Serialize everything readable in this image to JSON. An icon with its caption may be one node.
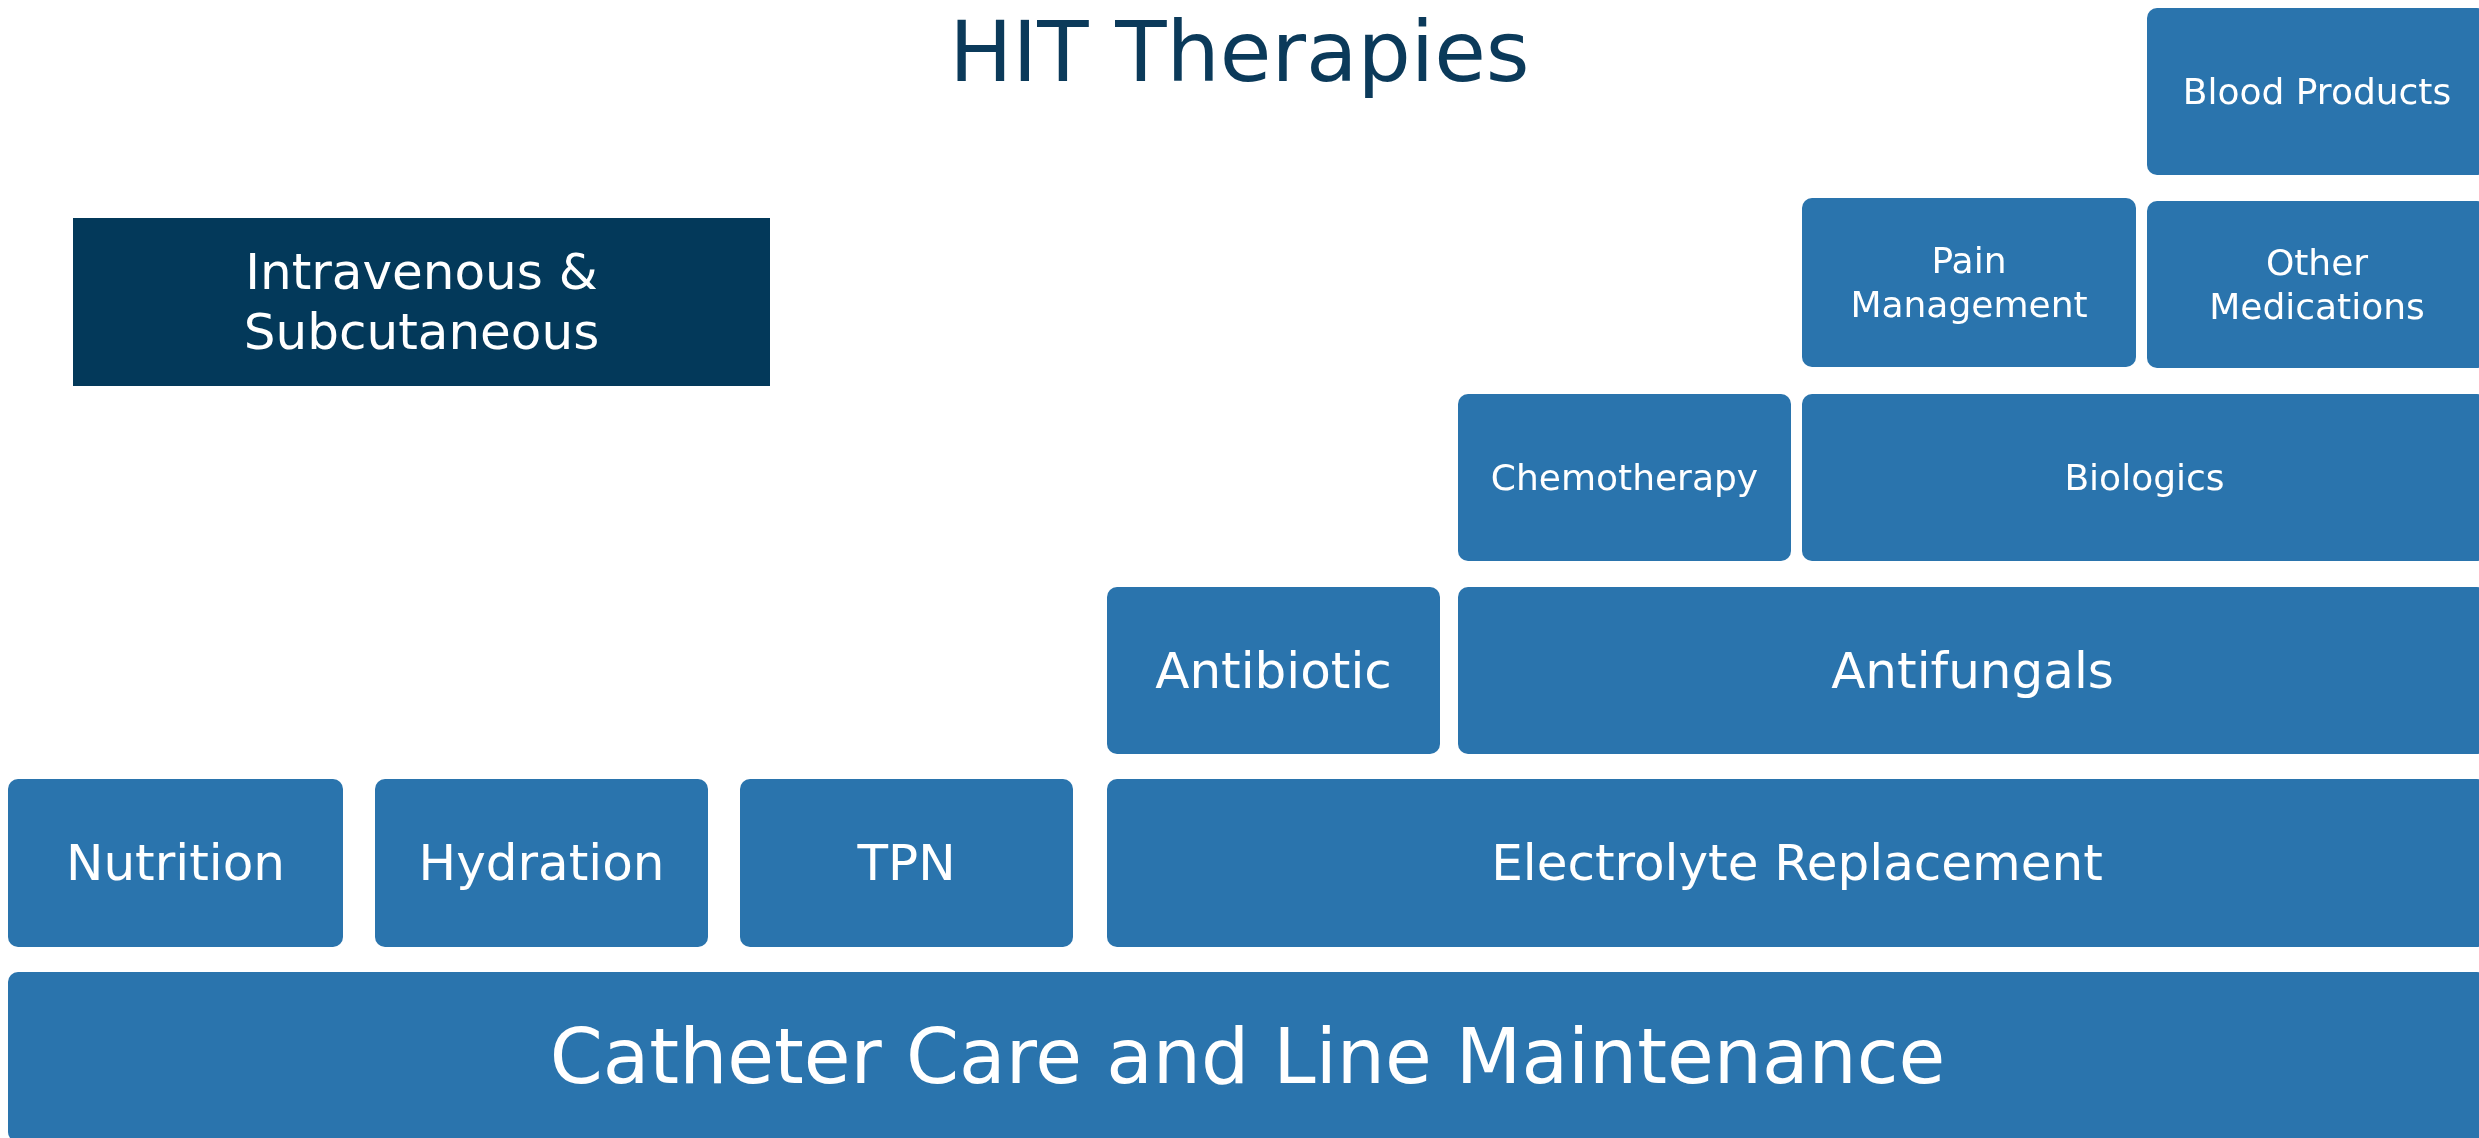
{
  "diagram": {
    "title": "HIT Therapies",
    "nodes": [
      {
        "text": [
          "Blood Products"
        ]
      },
      {
        "text": [
          "Intravenous & Subcutaneous"
        ]
      },
      {
        "text": [
          "Pain Management"
        ]
      },
      {
        "text": [
          "Other Medications"
        ]
      },
      {
        "text": [
          "Chemotherapy"
        ]
      },
      {
        "text": [
          "Biologics"
        ]
      },
      {
        "text": [
          "Antibiotic"
        ]
      },
      {
        "text": [
          "Antifungals"
        ]
      },
      {
        "text": [
          "Nutrition"
        ]
      },
      {
        "text": [
          "Hydration"
        ]
      },
      {
        "text": [
          "TPN"
        ]
      },
      {
        "text": [
          "Electrolyte Replacement"
        ]
      },
      {
        "text": [
          "Catheter Care and Line Maintenance"
        ]
      }
    ]
  }
}
